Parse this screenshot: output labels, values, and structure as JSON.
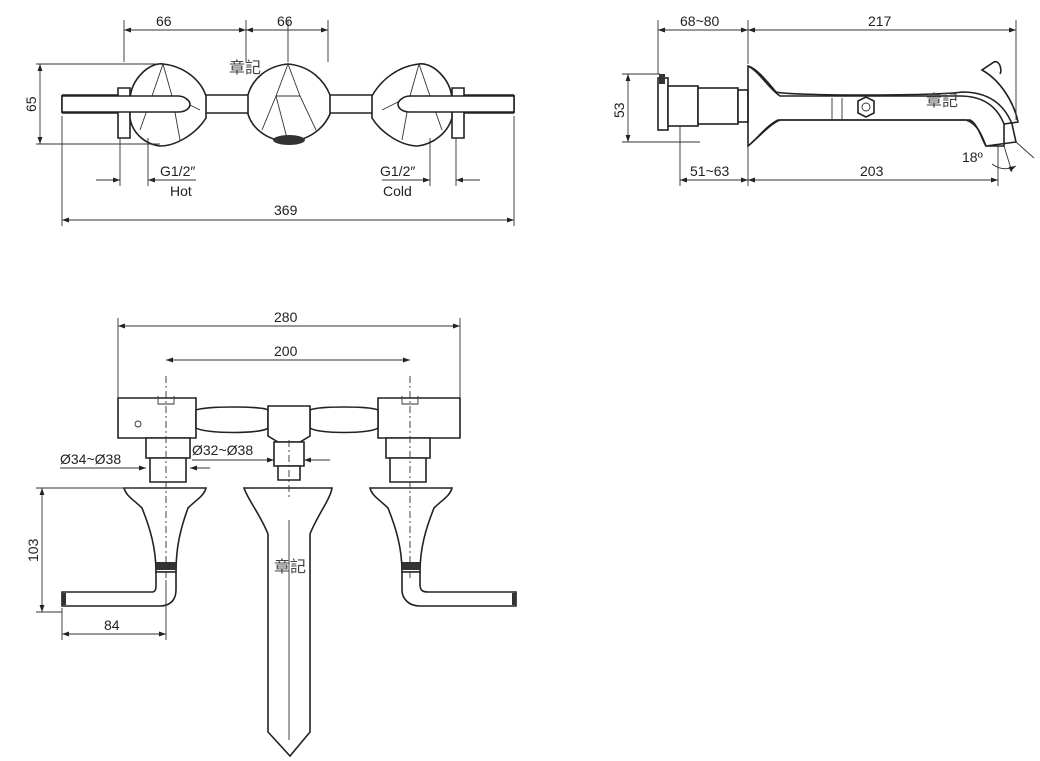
{
  "front_view": {
    "dim_spacing_left": "66",
    "dim_spacing_right": "66",
    "dim_height": "65",
    "dim_total_width": "369",
    "hot_thread": "G1/2″",
    "hot_label": "Hot",
    "cold_thread": "G1/2″",
    "cold_label": "Cold",
    "watermark": "章記"
  },
  "side_view": {
    "dim_wall_depth": "68~80",
    "dim_spout_length": "217",
    "dim_height": "53",
    "dim_adjust": "51~63",
    "dim_reach": "203",
    "dim_angle": "18º",
    "watermark": "章記"
  },
  "top_view": {
    "dim_total_width": "280",
    "dim_center_distance": "200",
    "dim_handle_diameter": "Ø34~Ø38",
    "dim_spout_diameter": "Ø32~Ø38",
    "dim_handle_height": "103",
    "dim_handle_length": "84",
    "watermark": "章記"
  }
}
